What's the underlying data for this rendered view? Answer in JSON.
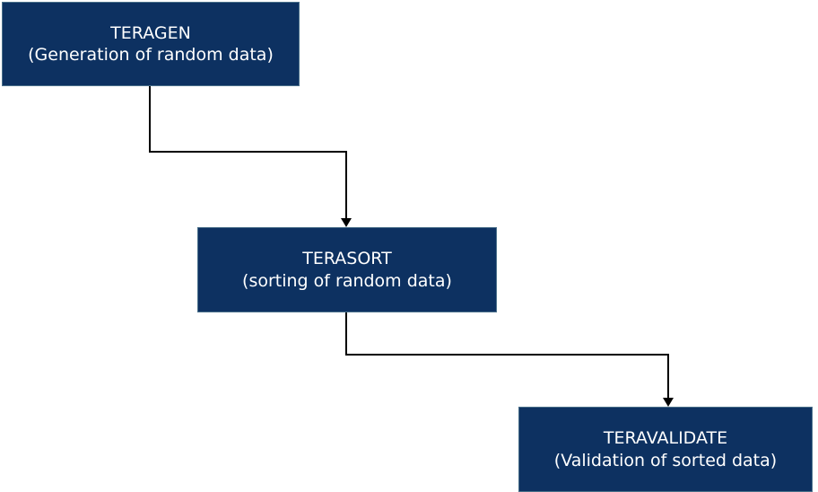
{
  "diagram": {
    "colors": {
      "background": "#ffffff",
      "box_fill": "#0d3161",
      "box_border": "#4a708a",
      "text_color": "#ffffff",
      "connector_color": "#000000"
    },
    "nodes": [
      {
        "id": "teragen",
        "title": "TERAGEN",
        "subtitle": "(Generation of random data)"
      },
      {
        "id": "terasort",
        "title": "TERASORT",
        "subtitle": "(sorting of random data)"
      },
      {
        "id": "teravalidate",
        "title": "TERAVALIDATE",
        "subtitle": "(Validation of sorted data)"
      }
    ],
    "connections": [
      {
        "from": "teragen",
        "to": "terasort"
      },
      {
        "from": "terasort",
        "to": "teravalidate"
      }
    ]
  }
}
